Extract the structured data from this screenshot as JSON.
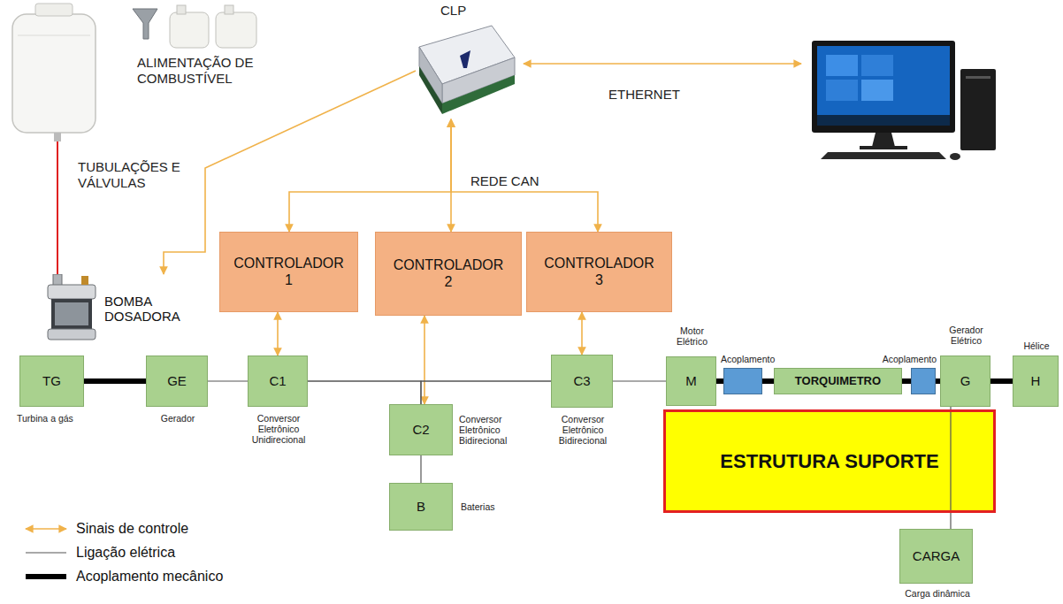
{
  "diagram": {
    "nodes": [
      {
        "text": [
          "CLP"
        ]
      },
      {
        "text": [
          "CONTROLADOR 1"
        ]
      },
      {
        "text": [
          "CONTROLADOR 2"
        ]
      },
      {
        "text": [
          "CONTROLADOR 3"
        ]
      },
      {
        "text": [
          "BOMBA DOSADORA"
        ]
      },
      {
        "text": [
          "TG",
          "Turbina a gás"
        ]
      },
      {
        "text": [
          "GE",
          "Gerador"
        ]
      },
      {
        "text": [
          "C1",
          "Conversor Eletrônico Unidirecional"
        ]
      },
      {
        "text": [
          "C2",
          "Conversor Eletrônico Bidirecional"
        ]
      },
      {
        "text": [
          "C3",
          "Conversor Eletrônico Bidirecional"
        ]
      },
      {
        "text": [
          "M",
          "Motor Elétrico"
        ]
      },
      {
        "text": [
          "Acoplamento"
        ]
      },
      {
        "text": [
          "TORQUIMETRO"
        ]
      },
      {
        "text": [
          "Acoplamento"
        ]
      },
      {
        "text": [
          "G",
          "Gerador Elétrico"
        ]
      },
      {
        "text": [
          "H",
          "Hélice"
        ]
      },
      {
        "text": [
          "ESTRUTURA SUPORTE"
        ]
      },
      {
        "text": [
          "B",
          "Baterias"
        ]
      },
      {
        "text": [
          "CARGA",
          "Carga dinâmica"
        ]
      }
    ],
    "edges": [
      {
        "from": 0,
        "to": 1,
        "arrow": "both"
      },
      {
        "from": 0,
        "to": 2,
        "arrow": "both"
      },
      {
        "from": 0,
        "to": 3,
        "arrow": "both"
      },
      {
        "from": 0,
        "to": 4,
        "arrow": "to"
      },
      {
        "from": 1,
        "to": 7,
        "arrow": "both"
      },
      {
        "from": 2,
        "to": 8,
        "arrow": "both"
      },
      {
        "from": 3,
        "to": 9,
        "arrow": "both"
      },
      {
        "from": 5,
        "to": 6,
        "arrow": "none"
      },
      {
        "from": 6,
        "to": 7,
        "arrow": "none"
      },
      {
        "from": 7,
        "to": 9,
        "arrow": "none"
      },
      {
        "from": 7,
        "to": 8,
        "arrow": "none"
      },
      {
        "from": 8,
        "to": 9,
        "arrow": "none"
      },
      {
        "from": 8,
        "to": 17,
        "arrow": "none"
      },
      {
        "from": 9,
        "to": 10,
        "arrow": "none"
      },
      {
        "from": 10,
        "to": 11,
        "arrow": "none"
      },
      {
        "from": 11,
        "to": 12,
        "arrow": "none"
      },
      {
        "from": 12,
        "to": 13,
        "arrow": "none"
      },
      {
        "from": 13,
        "to": 14,
        "arrow": "none"
      },
      {
        "from": 14,
        "to": 15,
        "arrow": "none"
      },
      {
        "from": 14,
        "to": 18,
        "arrow": "none"
      }
    ],
    "labels": [
      "ALIMENTAÇÃO DE COMBUSTÍVEL",
      "TUBULAÇÕES E VÁLVULAS",
      "ETHERNET",
      "REDE CAN"
    ],
    "legend": [
      {
        "text": "Sinais de controle"
      },
      {
        "text": "Ligação elétrica"
      },
      {
        "text": "Acoplamento mecânico"
      }
    ]
  }
}
